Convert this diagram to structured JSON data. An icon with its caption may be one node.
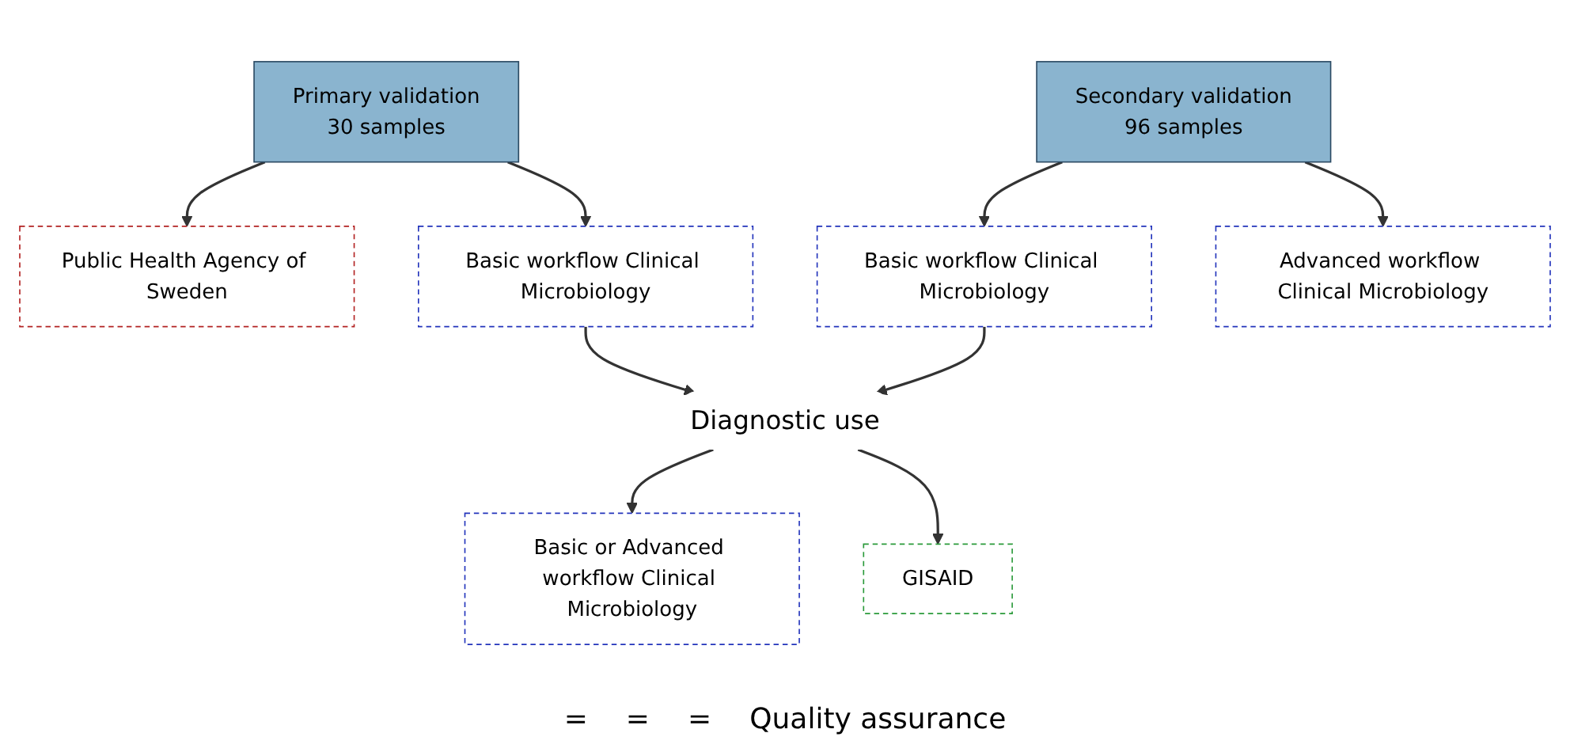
{
  "diagram": {
    "nodes": [
      {
        "text": [
          "Primary validation",
          "30 samples"
        ]
      },
      {
        "text": [
          "Public Health Agency of Sweden"
        ]
      },
      {
        "text": [
          "Basic workflow Clinical Microbiology"
        ]
      },
      {
        "text": [
          "Diagnostic use"
        ]
      },
      {
        "text": [
          "Secondary validation",
          "96 samples"
        ]
      },
      {
        "text": [
          "Basic workflow Clinical Microbiology"
        ]
      },
      {
        "text": [
          "Advanced workflow Clinical Microbiology"
        ]
      },
      {
        "text": [
          "Basic or Advanced workflow Clinical Microbiology"
        ]
      },
      {
        "text": [
          "GISAID"
        ]
      }
    ],
    "edges": [
      {
        "from": 0,
        "to": 1,
        "arrow": "to"
      },
      {
        "from": 0,
        "to": 2,
        "arrow": "to"
      },
      {
        "from": 2,
        "to": 3,
        "arrow": "to"
      },
      {
        "from": 4,
        "to": 5,
        "arrow": "to"
      },
      {
        "from": 4,
        "to": 6,
        "arrow": "to"
      },
      {
        "from": 5,
        "to": 3,
        "arrow": "to"
      },
      {
        "from": 3,
        "to": 7,
        "arrow": "to"
      },
      {
        "from": 3,
        "to": 8,
        "arrow": "to"
      }
    ],
    "labels": [
      "=",
      "=",
      "=",
      "Quality assurance"
    ]
  }
}
